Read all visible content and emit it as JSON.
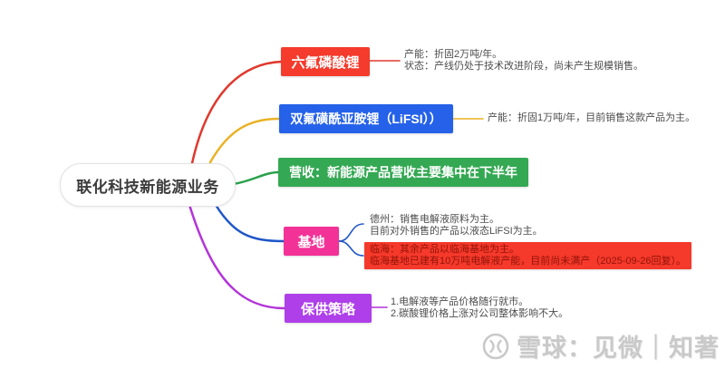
{
  "root": {
    "label": "联化科技新能源业务"
  },
  "branches": [
    {
      "id": "lipf6",
      "label": "六氟磷酸锂",
      "color": "#f43b2c",
      "line_color": "#e0392e",
      "note_lines": [
        "产能：折固2万吨/年。",
        "状态：产线仍处于技术改进阶段，尚未产生规模销售。"
      ]
    },
    {
      "id": "lifsi",
      "label": "双氟磺酰亚胺锂（LiFSI））",
      "color": "#2562e9",
      "line_color": "#eab224",
      "note_lines": [
        "产能：折固1万吨/年，目前销售这款产品为主。"
      ]
    },
    {
      "id": "revenue",
      "label": "营收：新能源产品营收主要集中在下半年",
      "color": "#34a853",
      "line_color": "#2aa14c",
      "note_lines": []
    },
    {
      "id": "bases",
      "label": "基地",
      "color": "#f23297",
      "line_color": "#1f56c9",
      "children": [
        {
          "type": "text",
          "lines": [
            "德州：销售电解液原料为主。",
            "目前对外销售的产品以液态LiFSI为主。"
          ]
        },
        {
          "type": "box",
          "color": "#f5392b",
          "text_color": "#931408",
          "lines": [
            "临海：其余产品以临海基地为主。",
            "临海基地已建有10万吨电解液产能，目前尚未满产（2025-09-26回复）。"
          ]
        }
      ]
    },
    {
      "id": "supply",
      "label": "保供策略",
      "color": "#ae3fe9",
      "line_color": "#b234d8",
      "note_lines": [
        "1.电解液等产品价格随行就市。",
        "2.碳酸锂价格上涨对公司整体影响不大。"
      ]
    }
  ],
  "watermark": {
    "text": "雪球：见微｜知著",
    "logo": "xueqiu-circle-logo",
    "color": "#c9c9c9"
  }
}
